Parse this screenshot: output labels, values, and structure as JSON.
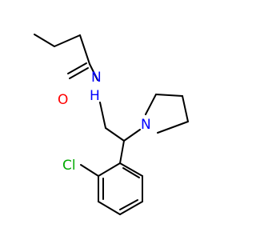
{
  "molecule": {
    "atom_labels": {
      "oxygen": "O",
      "amide_nitrogen": "H",
      "amide_nitrogen_symbol": "N",
      "ring_nitrogen": "N",
      "chlorine": "Cl"
    },
    "colors": {
      "bond": "#000000",
      "oxygen": "#ff0000",
      "nitrogen": "#0000ff",
      "chlorine": "#00aa00",
      "background": "#ffffff"
    }
  }
}
